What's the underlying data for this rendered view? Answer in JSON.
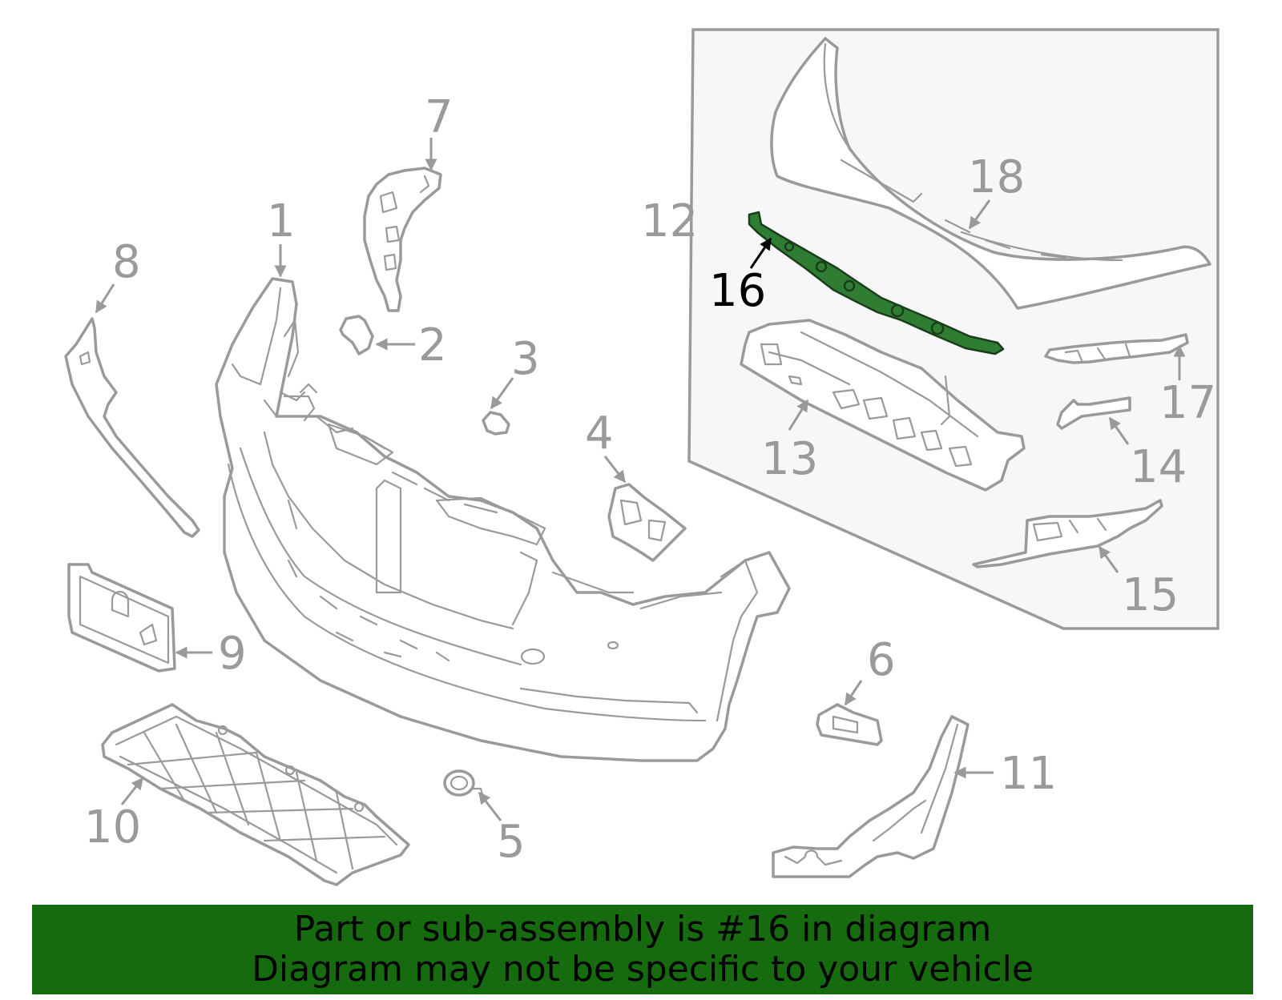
{
  "diagram": {
    "labels": {
      "p1": "1",
      "p2": "2",
      "p3": "3",
      "p4": "4",
      "p5": "5",
      "p6": "6",
      "p7": "7",
      "p8": "8",
      "p9": "9",
      "p10": "10",
      "p11": "11",
      "p12": "12",
      "p13": "13",
      "p14": "14",
      "p15": "15",
      "p16": "16",
      "p17": "17",
      "p18": "18"
    },
    "highlighted_part": "16",
    "highlight_color": "#2e7d32",
    "line_color": "#9a9a9a"
  },
  "banner": {
    "line1": "Part or sub-assembly is #16 in diagram",
    "line2": "Diagram may not be specific to your vehicle",
    "background": "#156b0e"
  }
}
